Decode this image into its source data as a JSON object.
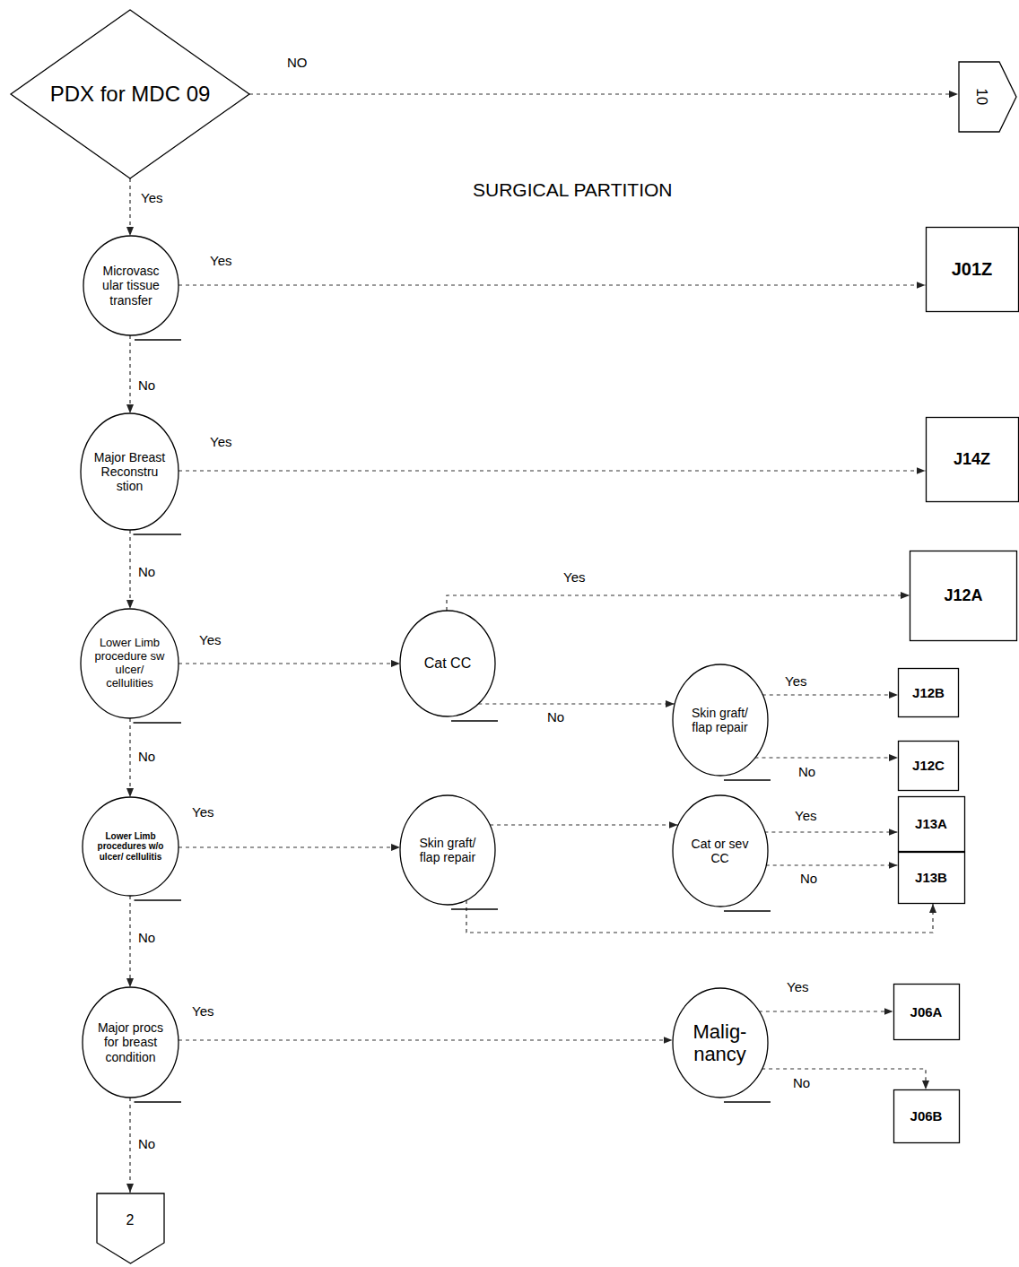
{
  "diagram": {
    "title": "SURGICAL PARTITION",
    "nodes": [
      {
        "text": [
          "PDX for MDC 09"
        ]
      },
      {
        "text": [
          "10"
        ]
      },
      {
        "text": [
          "Microvasc ular tissue transfer"
        ]
      },
      {
        "text": [
          "J01Z"
        ]
      },
      {
        "text": [
          "Major Breast Reconstru stion"
        ]
      },
      {
        "text": [
          "J14Z"
        ]
      },
      {
        "text": [
          "Lower Limb procedure sw ulcer/ cellulities"
        ]
      },
      {
        "text": [
          "Cat CC"
        ]
      },
      {
        "text": [
          "J12A"
        ]
      },
      {
        "text": [
          "Skin graft/ flap repair"
        ]
      },
      {
        "text": [
          "J12B"
        ]
      },
      {
        "text": [
          "J12C"
        ]
      },
      {
        "text": [
          "Lower Limb procedures w/o ulcer/ cellulitis"
        ]
      },
      {
        "text": [
          "Skin graft/ flap repair"
        ]
      },
      {
        "text": [
          "Cat or sev CC"
        ]
      },
      {
        "text": [
          "J13A"
        ]
      },
      {
        "text": [
          "J13B"
        ]
      },
      {
        "text": [
          "Major procs for breast condition"
        ]
      },
      {
        "text": [
          "Malig- nancy"
        ]
      },
      {
        "text": [
          "J06A"
        ]
      },
      {
        "text": [
          "J06B"
        ]
      },
      {
        "text": [
          "2"
        ]
      }
    ],
    "edges": [
      {
        "from": 0,
        "to": 1,
        "label": "NO",
        "arrow": "to"
      },
      {
        "from": 0,
        "to": 2,
        "label": "Yes",
        "arrow": "to"
      },
      {
        "from": 2,
        "to": 3,
        "label": "Yes",
        "arrow": "to"
      },
      {
        "from": 2,
        "to": 4,
        "label": "No",
        "arrow": "to"
      },
      {
        "from": 4,
        "to": 5,
        "label": "Yes",
        "arrow": "to"
      },
      {
        "from": 4,
        "to": 6,
        "label": "No",
        "arrow": "to"
      },
      {
        "from": 6,
        "to": 7,
        "label": "Yes",
        "arrow": "to"
      },
      {
        "from": 7,
        "to": 8,
        "label": "Yes",
        "arrow": "to"
      },
      {
        "from": 7,
        "to": 9,
        "label": "No",
        "arrow": "to"
      },
      {
        "from": 9,
        "to": 10,
        "label": "Yes",
        "arrow": "to"
      },
      {
        "from": 9,
        "to": 11,
        "label": "No",
        "arrow": "to"
      },
      {
        "from": 6,
        "to": 12,
        "label": "No",
        "arrow": "to"
      },
      {
        "from": 12,
        "to": 13,
        "label": "Yes",
        "arrow": "to"
      },
      {
        "from": 13,
        "to": 14,
        "arrow": "to"
      },
      {
        "from": 14,
        "to": 15,
        "label": "Yes",
        "arrow": "to"
      },
      {
        "from": 14,
        "to": 16,
        "label": "No",
        "arrow": "to"
      },
      {
        "from": 13,
        "to": 16,
        "arrow": "to"
      },
      {
        "from": 12,
        "to": 17,
        "label": "No",
        "arrow": "to"
      },
      {
        "from": 17,
        "to": 18,
        "label": "Yes",
        "arrow": "to"
      },
      {
        "from": 18,
        "to": 19,
        "label": "Yes",
        "arrow": "to"
      },
      {
        "from": 18,
        "to": 20,
        "label": "No",
        "arrow": "to"
      },
      {
        "from": 17,
        "to": 21,
        "label": "No",
        "arrow": "to"
      }
    ]
  }
}
